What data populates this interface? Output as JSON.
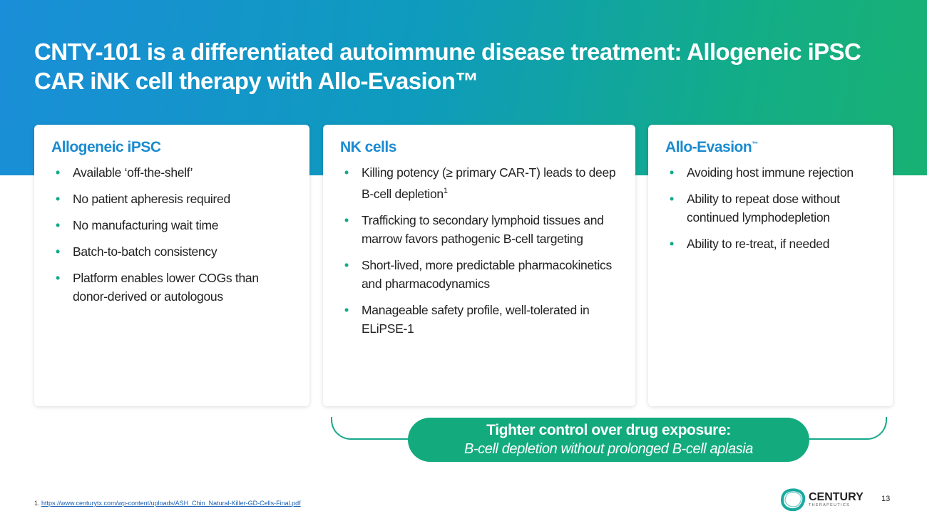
{
  "title": {
    "line1": "CNTY-101 is a differentiated autoimmune disease treatment: Allogeneic iPSC",
    "line2": "CAR iNK cell therapy with Allo-Evasion™"
  },
  "cards": [
    {
      "heading": "Allogeneic iPSC",
      "bullets": [
        "Available ‘off-the-shelf’",
        "No patient apheresis required",
        "No manufacturing wait time",
        "Batch-to-batch consistency",
        "Platform enables lower COGs than donor-derived or autologous"
      ]
    },
    {
      "heading": "NK cells",
      "bullets": [
        "Killing potency (≥ primary CAR-T) leads to deep B-cell depletion",
        "Trafficking to secondary lymphoid tissues and marrow favors pathogenic B-cell targeting",
        "Short-lived, more predictable pharmacokinetics and pharmacodynamics",
        "Manageable safety profile, well-tolerated in ELiPSE-1"
      ],
      "footnote_ref": "1"
    },
    {
      "heading": "Allo-Evasion",
      "heading_tm": "™",
      "bullets": [
        "Avoiding host immune rejection",
        "Ability to repeat dose without continued lymphodepletion",
        "Ability to re-treat, if needed"
      ]
    }
  ],
  "callout": {
    "title": "Tighter control over drug exposure:",
    "subtitle": "B-cell depletion without prolonged B-cell aplasia"
  },
  "footnote": {
    "num": "1.",
    "link": "https://www.centurytx.com/wp-content/uploads/ASH_Chin_Natural-Killer-GD-Cells-Final.pdf"
  },
  "logo": {
    "name": "CENTURY",
    "sub": "THERAPEUTICS"
  },
  "page_number": "13"
}
